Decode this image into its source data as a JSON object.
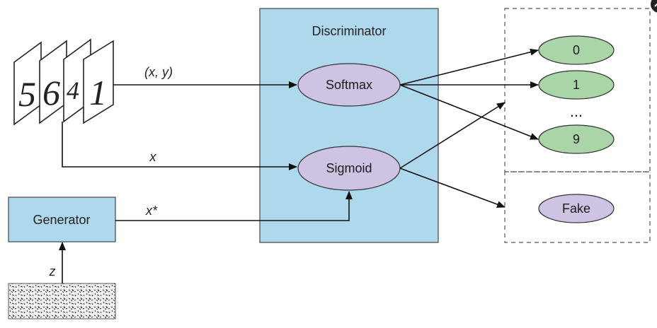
{
  "discriminator": {
    "title": "Discriminator",
    "softmax_label": "Softmax",
    "sigmoid_label": "Sigmoid"
  },
  "generator": {
    "label": "Generator"
  },
  "edges": {
    "labeled_input": "(x, y)",
    "real_input": "x",
    "fake_input": "x*",
    "noise": "z"
  },
  "outputs": {
    "classes": [
      "0",
      "1",
      "9"
    ],
    "ellipsis": "...",
    "fake_label": "Fake"
  },
  "input_images": {
    "digits": [
      "5",
      "6",
      "4",
      "1"
    ]
  },
  "colors": {
    "box_fill": "#aed9ec",
    "softmax_fill": "#cec3e3",
    "class_fill": "#a9d5a9"
  }
}
